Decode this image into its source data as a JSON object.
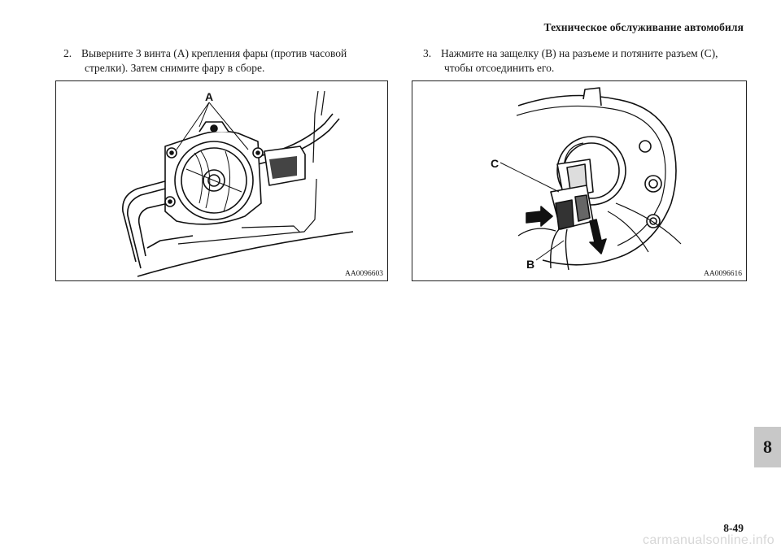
{
  "header": {
    "title": "Техническое обслуживание автомобиля"
  },
  "steps": [
    {
      "number": "2.",
      "line1": "Выверните 3 винта (A) крепления фары (против часовой",
      "line2": "стрелки). Затем снимите фару в сборе."
    },
    {
      "number": "3.",
      "line1": "Нажмите на защелку (B) на разъеме и потяните разъем (C),",
      "line2": "чтобы отсоединить его."
    }
  ],
  "figures": [
    {
      "code": "AA0096603",
      "callouts": [
        "A"
      ]
    },
    {
      "code": "AA0096616",
      "callouts": [
        "C",
        "B"
      ]
    }
  ],
  "chapter_tab": "8",
  "page_number": "8-49",
  "watermark": "carmanualsonline.info"
}
